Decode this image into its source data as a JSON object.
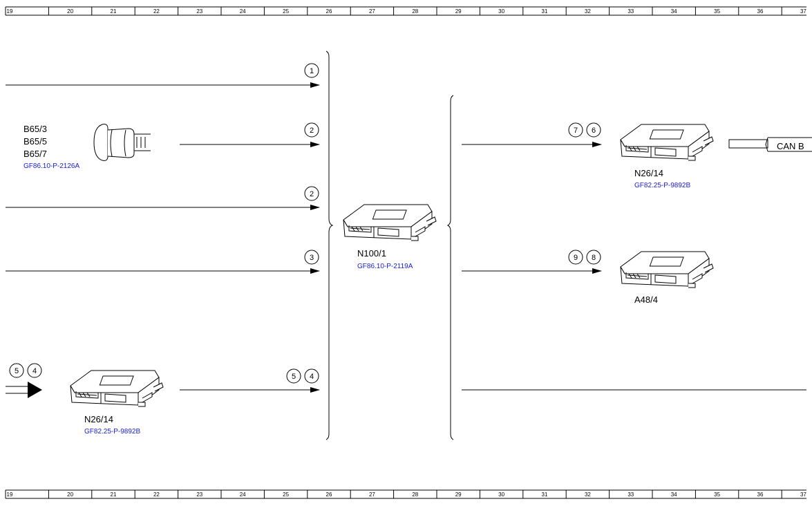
{
  "ruler": {
    "columns": [
      "19",
      "20",
      "21",
      "22",
      "23",
      "24",
      "25",
      "26",
      "27",
      "28",
      "29",
      "30",
      "31",
      "32",
      "33",
      "34",
      "35",
      "36",
      "37"
    ]
  },
  "sensor": {
    "labels": [
      "B65/3",
      "B65/5",
      "B65/7"
    ],
    "ref": "GF86.10-P-2126A"
  },
  "modules": {
    "n100": {
      "label": "N100/1",
      "ref": "GF86.10-P-2119A"
    },
    "n26_right": {
      "label": "N26/14",
      "ref": "GF82.25-P-9892B"
    },
    "a48": {
      "label": "A48/4"
    },
    "n26_left": {
      "label": "N26/14",
      "ref": "GF82.25-P-9892B"
    }
  },
  "markers": {
    "m1": "1",
    "m2a": "2",
    "m2b": "2",
    "m3": "3",
    "m5a": "5",
    "m4a": "4",
    "m5b": "5",
    "m4b": "4",
    "m7": "7",
    "m6": "6",
    "m9": "9",
    "m8": "8"
  },
  "can": {
    "label": "CAN B"
  }
}
